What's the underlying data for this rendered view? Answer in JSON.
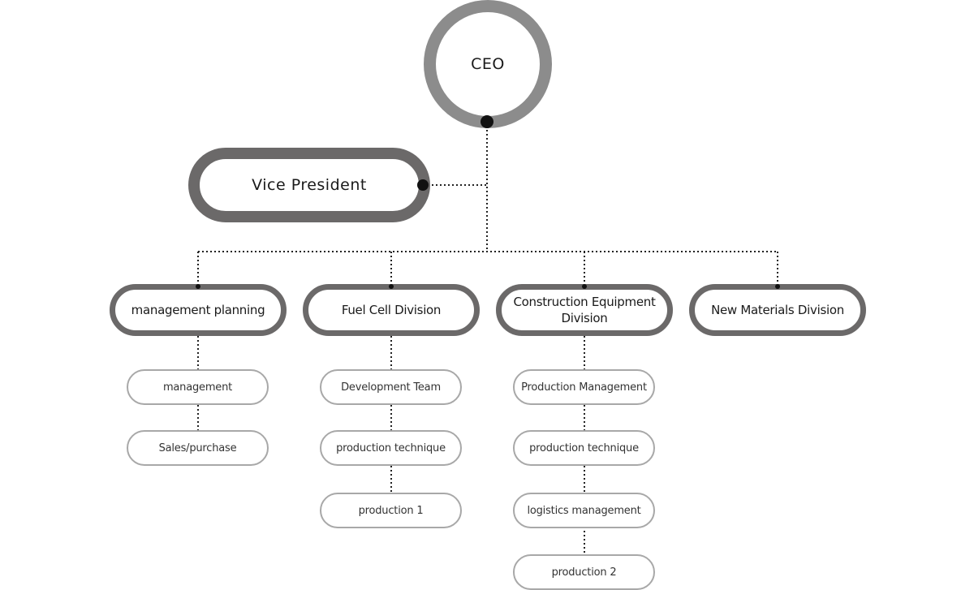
{
  "ceo": {
    "label": "CEO"
  },
  "vice_president": {
    "label": "Vice President"
  },
  "divisions": [
    {
      "label": "management planning",
      "teams": [
        "management",
        "Sales/purchase"
      ]
    },
    {
      "label": "Fuel Cell Division",
      "teams": [
        "Development Team",
        "production technique",
        "production 1"
      ]
    },
    {
      "label": "Construction Equipment Division",
      "teams": [
        "Production Management",
        "production technique",
        "logistics management",
        "production 2"
      ]
    },
    {
      "label": "New Materials Division",
      "teams": []
    }
  ],
  "colors": {
    "ceo_ring": "#8c8c8c",
    "vp_ring": "#6b6969",
    "division_ring": "#6b6969",
    "team_border": "#a8a8a8",
    "connector": "#222222"
  }
}
